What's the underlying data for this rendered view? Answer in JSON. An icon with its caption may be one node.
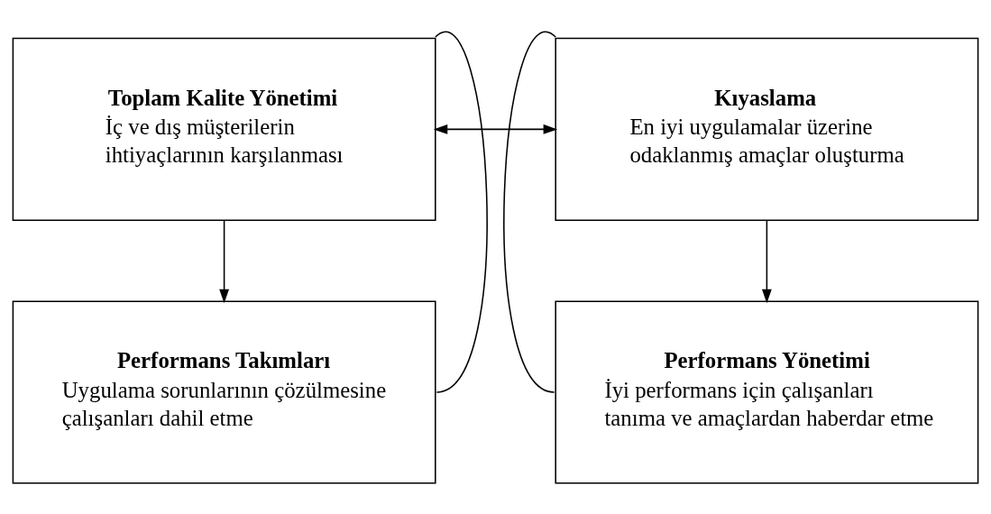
{
  "diagram": {
    "nodes": [
      {
        "text": [
          "Toplam Kalite Yönetimi",
          "İç ve dış müşterilerin ihtiyaçlarının karşılanması"
        ]
      },
      {
        "text": [
          "Kıyaslama",
          "En iyi uygulamalar üzerine odaklanmış amaçlar oluşturma"
        ]
      },
      {
        "text": [
          "Performans Takımları",
          "Uygulama sorunlarının çözülmesine çalışanları dahil etme"
        ]
      },
      {
        "text": [
          "Performans Yönetimi",
          "İyi performans için çalışanları tanıma ve amaçlardan haberdar etme"
        ]
      }
    ],
    "edges": [
      {
        "from": 0,
        "to": 2,
        "arrow": "to"
      },
      {
        "from": 1,
        "to": 3,
        "arrow": "to"
      },
      {
        "from": 0,
        "to": 2,
        "arrow": "none"
      },
      {
        "from": 1,
        "to": 3,
        "arrow": "none"
      },
      {
        "from": 0,
        "to": 1,
        "arrow": "both"
      }
    ]
  }
}
